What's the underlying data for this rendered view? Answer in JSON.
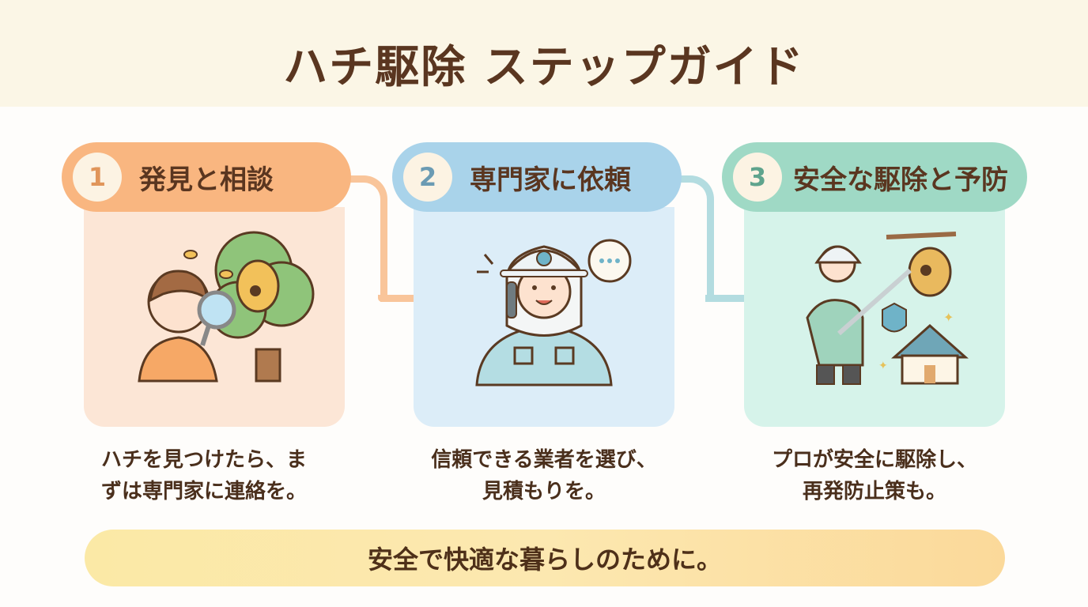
{
  "title": "ハチ駆除 ステップガイド",
  "steps": [
    {
      "number": "1",
      "label": "発見と相談",
      "description_line1": "ハチを見つけたら、ま",
      "description_line2": "ずは専門家に連絡を。",
      "color": "#f9b680",
      "panel_color": "#fce6d6",
      "illustration": "child-with-magnifier-and-beehive"
    },
    {
      "number": "2",
      "label": "専門家に依頼",
      "description_line1": "信頼できる業者を選び、",
      "description_line2": "見積もりを。",
      "color": "#a9d3ea",
      "panel_color": "#dcedf8",
      "illustration": "specialist-on-phone"
    },
    {
      "number": "3",
      "label": "安全な駆除と予防",
      "description_line1": "プロが安全に駆除し、",
      "description_line2": "再発防止策も。",
      "color": "#9fd9c5",
      "panel_color": "#d6f3ea",
      "illustration": "worker-removing-nest-and-protected-house"
    }
  ],
  "footer": {
    "message": "安全で快適な暮らしのために。"
  }
}
